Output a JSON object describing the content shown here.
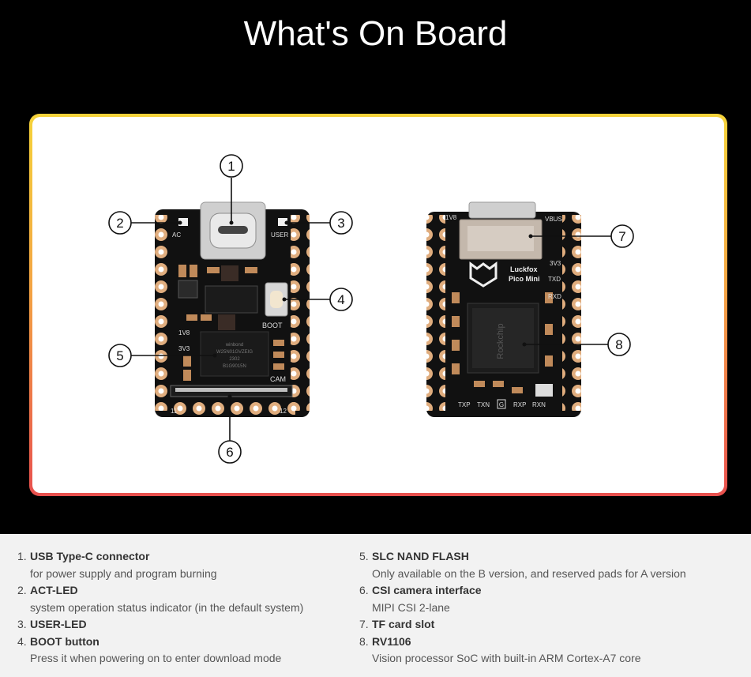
{
  "page": {
    "title": "What's On Board"
  },
  "front_board": {
    "labels": {
      "usb_left": "AC",
      "user": "USER",
      "boot": "BOOT",
      "v18": "1V8",
      "v33": "3V3",
      "cam": "CAM",
      "pin_11": "11",
      "pin_12": "12"
    },
    "chip_text": [
      "winbond",
      "W25N01GVZEIG",
      "2302",
      "B1G9015N"
    ]
  },
  "back_board": {
    "labels": {
      "v18": "1V8",
      "vbus": "VBUS",
      "v33": "3V3",
      "txd": "TXD",
      "rxd": "RXD",
      "brand_1": "Luckfox",
      "brand_2": "Pico Mini",
      "txp": "TXP",
      "txn": "TXN",
      "g": "G",
      "rxp": "RXP",
      "rxn": "RXN"
    },
    "chip_text": "Rockchip"
  },
  "callouts": [
    "1",
    "2",
    "3",
    "4",
    "5",
    "6",
    "7",
    "8"
  ],
  "items": [
    {
      "num": "1.",
      "title": "USB Type-C connector",
      "desc": "for power supply and program burning"
    },
    {
      "num": "2.",
      "title": "ACT-LED",
      "desc": "system operation status indicator (in the default system)"
    },
    {
      "num": "3.",
      "title": "USER-LED",
      "desc": ""
    },
    {
      "num": "4.",
      "title": "BOOT button",
      "desc": "Press it when powering on to enter download mode"
    },
    {
      "num": "5.",
      "title": "SLC NAND FLASH",
      "desc": "Only available on the B version, and reserved pads for A version"
    },
    {
      "num": "6.",
      "title": "CSI camera interface",
      "desc": "MIPI CSI 2-lane"
    },
    {
      "num": "7.",
      "title": "TF card slot",
      "desc": ""
    },
    {
      "num": "8.",
      "title": "RV1106",
      "desc": "Vision processor SoC with built-in ARM Cortex-A7 core"
    }
  ],
  "colors": {
    "gradient_top": "#f5d33a",
    "gradient_bottom": "#e8504e",
    "pcb": "#111111",
    "pad": "#e0ad7e"
  }
}
